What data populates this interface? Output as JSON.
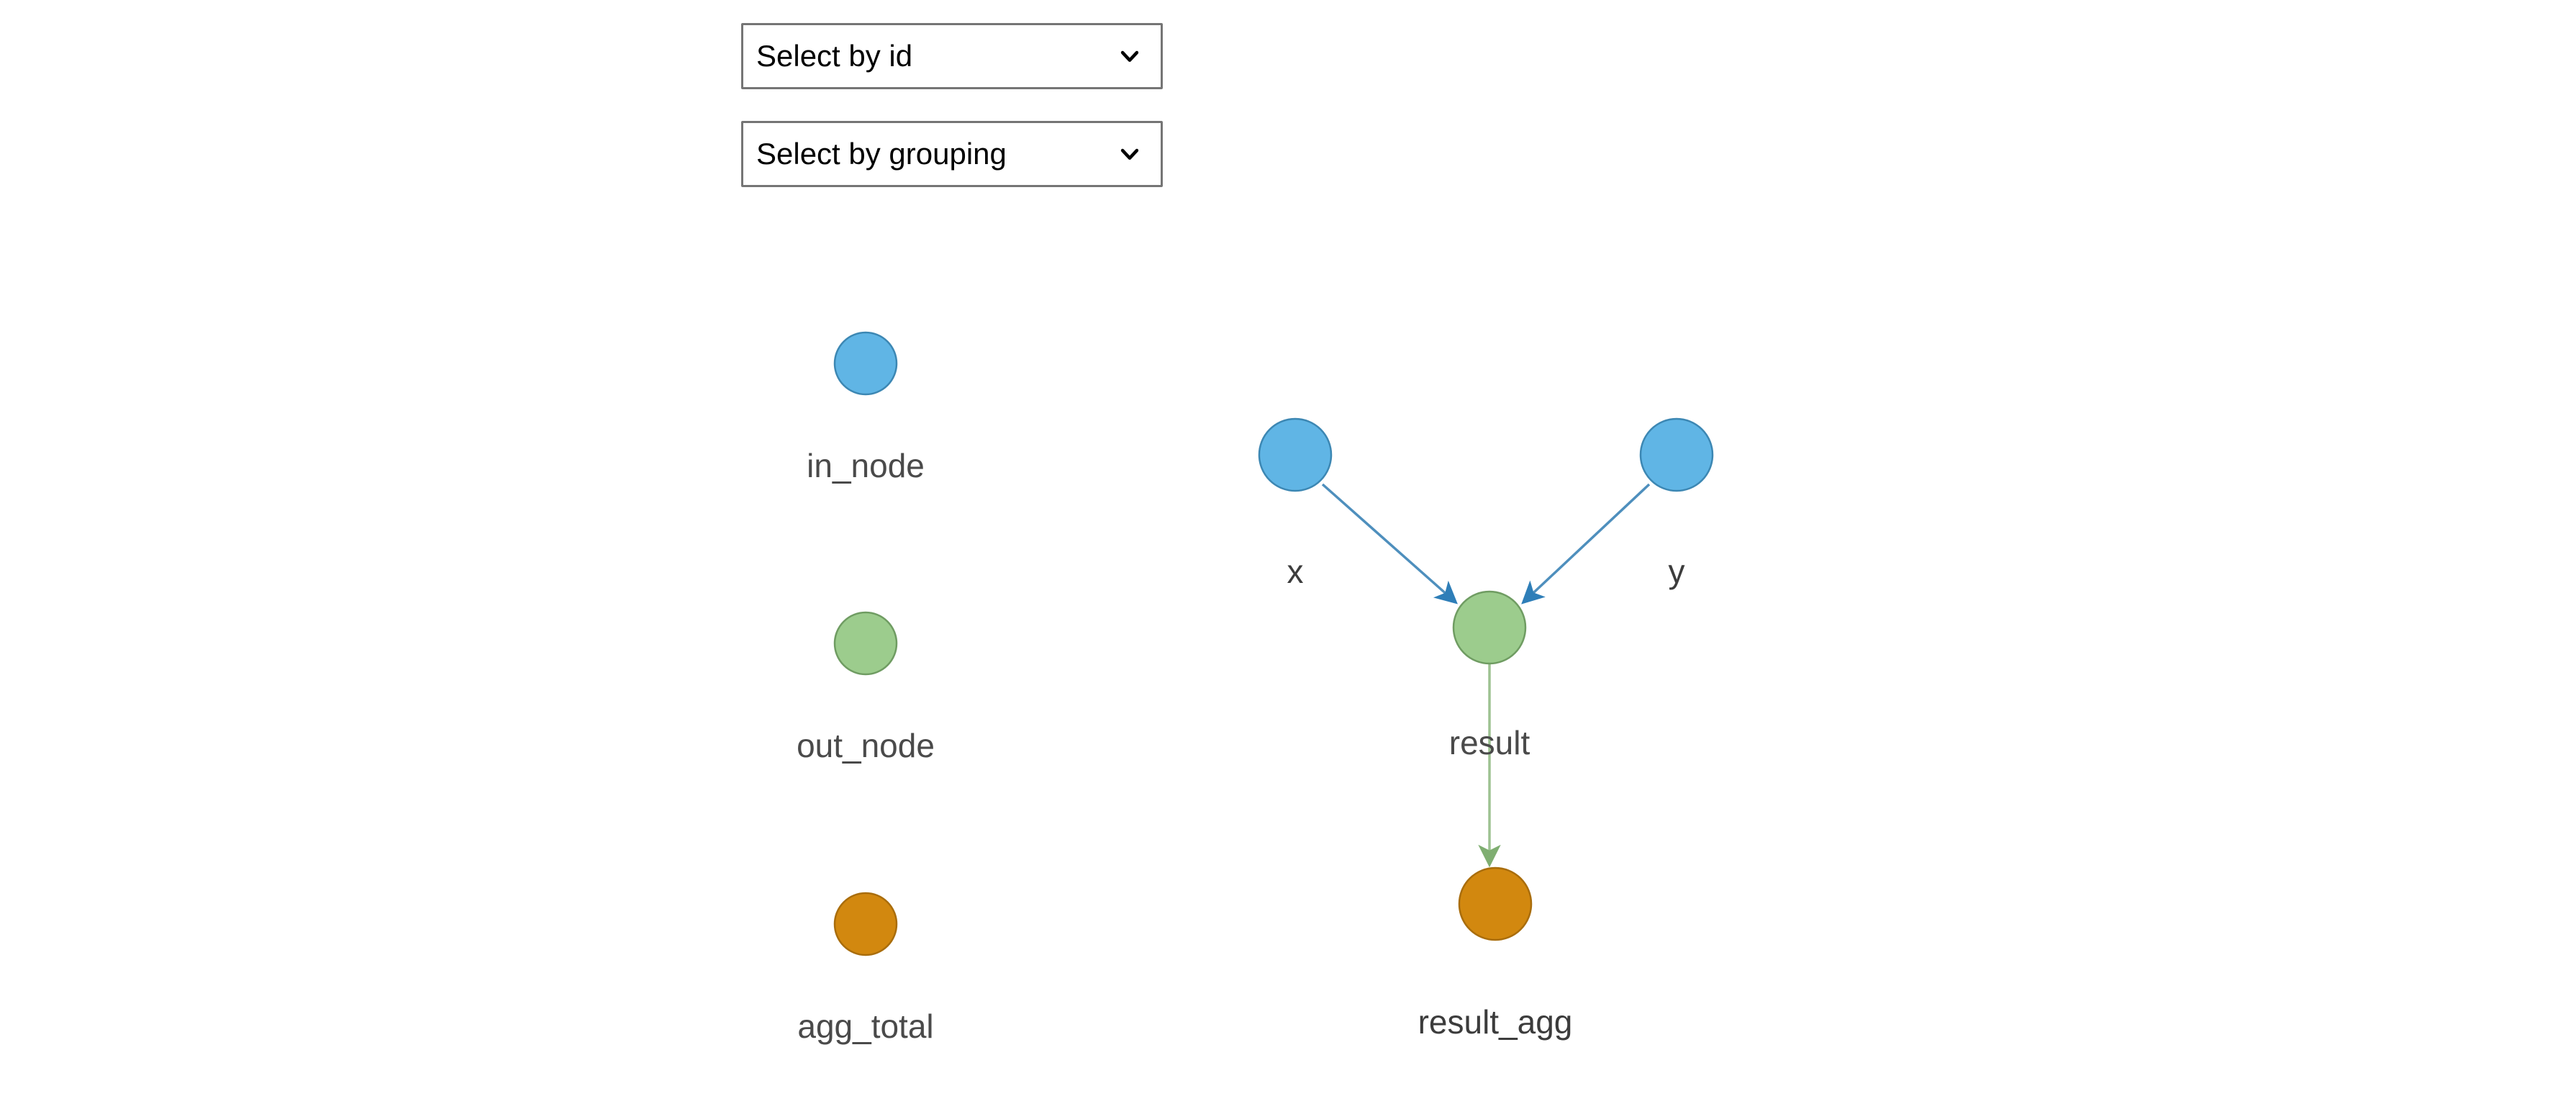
{
  "controls": {
    "selects": [
      {
        "name": "select-by-id",
        "value": "Select by id",
        "icon": "chevron-down-icon"
      },
      {
        "name": "select-by-grouping",
        "value": "Select by grouping",
        "icon": "chevron-down-icon"
      }
    ]
  },
  "legend": {
    "items": [
      {
        "label": "in_node",
        "color": "#60b5e5",
        "stroke": "#3c87b3"
      },
      {
        "label": "out_node",
        "color": "#9ccc8d",
        "stroke": "#6f9c62"
      },
      {
        "label": "agg_total",
        "color": "#d2880f",
        "stroke": "#a96d0c"
      }
    ]
  },
  "graph": {
    "nodes": [
      {
        "id": "x",
        "label": "x",
        "type": "in_node",
        "color": "#60b5e5",
        "stroke": "#3c87b3"
      },
      {
        "id": "y",
        "label": "y",
        "type": "in_node",
        "color": "#60b5e5",
        "stroke": "#3c87b3"
      },
      {
        "id": "result",
        "label": "",
        "type": "out_node",
        "color": "#9ccc8d",
        "stroke": "#6f9c62"
      },
      {
        "id": "result_agg",
        "label": "result_agg",
        "type": "agg_total",
        "color": "#d2880f",
        "stroke": "#a96d0c"
      }
    ],
    "edges": [
      {
        "from": "x",
        "to": "result",
        "label": "",
        "color": "#2e7eb8"
      },
      {
        "from": "y",
        "to": "result",
        "label": "",
        "color": "#2e7eb8"
      },
      {
        "from": "result",
        "to": "result_agg",
        "label": "result",
        "color": "#7fae71"
      }
    ]
  },
  "colors": {
    "background": "#ffffff",
    "in_node": "#60b5e5",
    "out_node": "#9ccc8d",
    "agg_total": "#d2880f",
    "edge_blue": "#2e7eb8",
    "edge_green": "#7fae71",
    "text": "#4a4a4a"
  }
}
